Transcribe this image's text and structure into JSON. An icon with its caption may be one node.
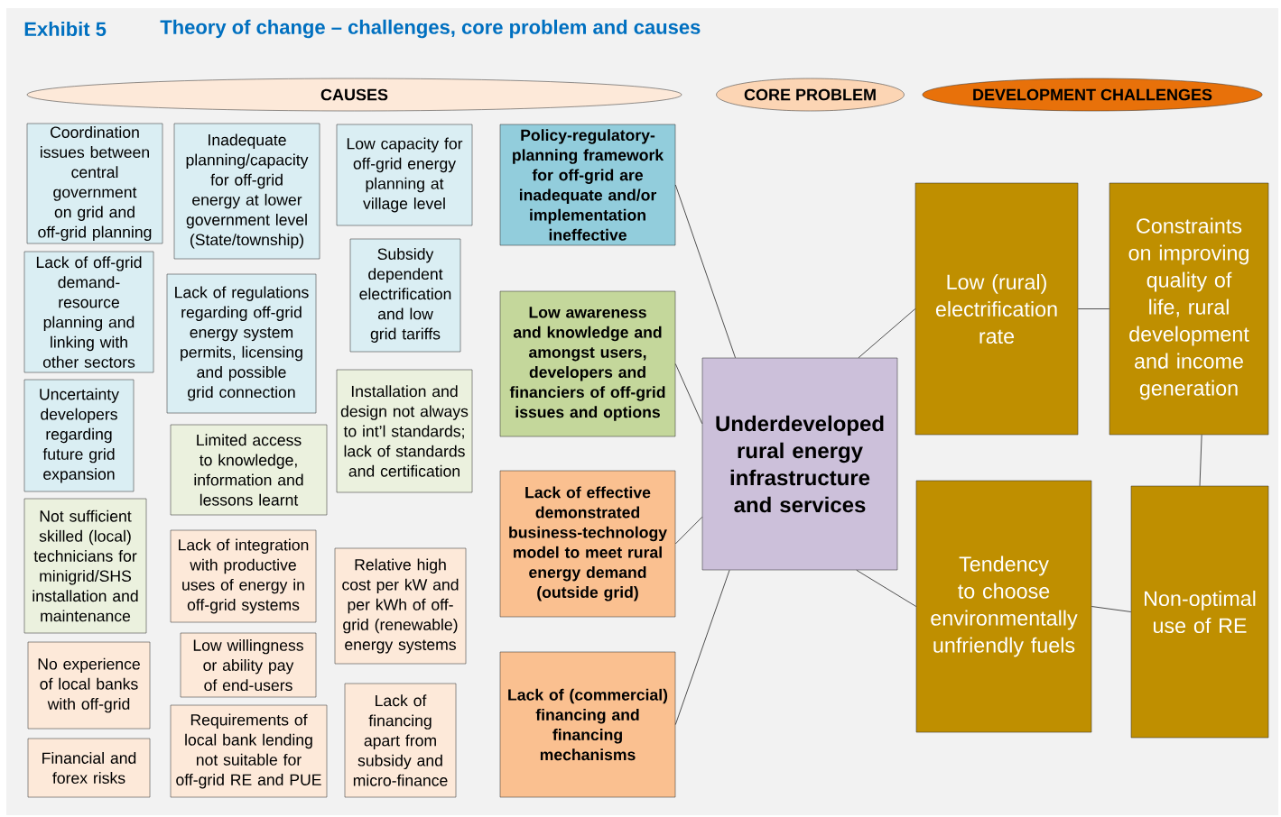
{
  "diagram": {
    "title": "Theory of change – challenges, core problem and causes",
    "labels": [
      "Exhibit 5"
    ],
    "nodes": [
      {
        "text": [
          "CAUSES"
        ]
      },
      {
        "text": [
          "CORE PROBLEM"
        ]
      },
      {
        "text": [
          "DEVELOPMENT CHALLENGES"
        ]
      },
      {
        "text": [
          "Coordination issues between central government on grid and off-grid planning"
        ]
      },
      {
        "text": [
          "Lack of off-grid demand-resource planning and linking with other sectors"
        ]
      },
      {
        "text": [
          "Uncertainty developers regarding future grid expansion"
        ]
      },
      {
        "text": [
          "Not sufficient skilled (local) technicians for minigrid/SHS installation and maintenance"
        ]
      },
      {
        "text": [
          "No experience of local banks with off-grid"
        ]
      },
      {
        "text": [
          "Financial and forex risks"
        ]
      },
      {
        "text": [
          "Inadequate planning/capacity for off-grid energy at lower government level (State/township)"
        ]
      },
      {
        "text": [
          "Lack of regulations regarding off-grid energy system permits, licensing and possible grid connection"
        ]
      },
      {
        "text": [
          "Limited access to knowledge, information and lessons learnt"
        ]
      },
      {
        "text": [
          "Lack of integration with productive uses of energy in off-grid systems"
        ]
      },
      {
        "text": [
          "Low willingness or ability pay of end-users"
        ]
      },
      {
        "text": [
          "Requirements of local bank lending not suitable for off-grid RE and PUE"
        ]
      },
      {
        "text": [
          "Low capacity for off-grid energy planning at village level"
        ]
      },
      {
        "text": [
          "Subsidy dependent electrification and low grid tariffs"
        ]
      },
      {
        "text": [
          "Installation and design not always to int’l standards; lack of standards and certification"
        ]
      },
      {
        "text": [
          "Relative high cost per kW and per kWh of off-grid (renewable) energy systems"
        ]
      },
      {
        "text": [
          "Lack of financing apart from subsidy and micro-finance"
        ]
      },
      {
        "text": [
          "Policy-regulatory-planning framework for off-grid are inadequate and/or implementation ineffective"
        ]
      },
      {
        "text": [
          "Low awareness and knowledge and amongst users, developers and financiers of off-grid issues and options"
        ]
      },
      {
        "text": [
          "Lack of effective demonstrated business-technology model to meet rural energy demand (outside grid)"
        ]
      },
      {
        "text": [
          "Lack of (commercial) financing and financing mechanisms"
        ]
      },
      {
        "text": [
          "Underdeveloped rural energy infrastructure and services"
        ]
      },
      {
        "text": [
          "Low (rural) electrification rate"
        ]
      },
      {
        "text": [
          "Constraints on improving quality of life, rural development and income generation"
        ]
      },
      {
        "text": [
          "Tendency to choose environmentally unfriendly fuels"
        ]
      },
      {
        "text": [
          "Non-optimal use of RE"
        ]
      }
    ],
    "edges": [
      {
        "from": 20,
        "to": 24,
        "arrow": "none"
      },
      {
        "from": 21,
        "to": 24,
        "arrow": "none"
      },
      {
        "from": 22,
        "to": 24,
        "arrow": "none"
      },
      {
        "from": 23,
        "to": 24,
        "arrow": "none"
      },
      {
        "from": 24,
        "to": 25,
        "arrow": "none"
      },
      {
        "from": 24,
        "to": 27,
        "arrow": "none"
      },
      {
        "from": 25,
        "to": 26,
        "arrow": "none"
      },
      {
        "from": 26,
        "to": 28,
        "arrow": "none"
      },
      {
        "from": 27,
        "to": 28,
        "arrow": "none"
      }
    ]
  }
}
